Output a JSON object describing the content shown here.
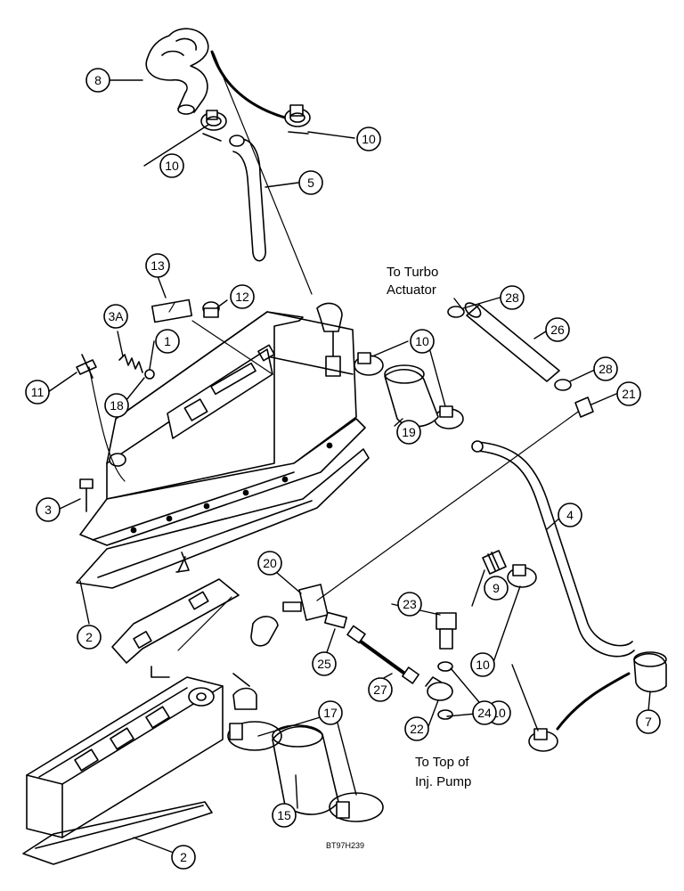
{
  "figure_code": "BT97H239",
  "callouts": [
    "1",
    "2",
    "2",
    "3",
    "3A",
    "4",
    "5",
    "7",
    "8",
    "9",
    "10",
    "10",
    "10",
    "10",
    "10",
    "11",
    "12",
    "13",
    "15",
    "17",
    "18",
    "19",
    "20",
    "21",
    "22",
    "23",
    "24",
    "25",
    "26",
    "27",
    "28",
    "28"
  ],
  "notes": {
    "turbo_line1": "To Turbo",
    "turbo_line2": "Actuator",
    "pump_line1": "To Top of",
    "pump_line2": "Inj. Pump"
  }
}
